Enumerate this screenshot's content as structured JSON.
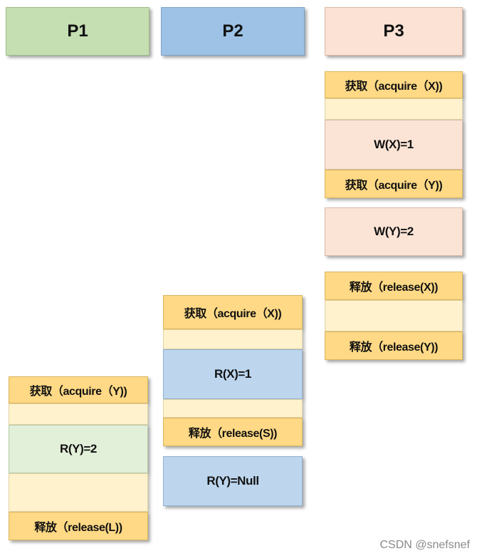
{
  "headers": {
    "p1": "P1",
    "p2": "P2",
    "p3": "P3"
  },
  "p3": {
    "acquire_x": "获取（acquire（X))",
    "write_x": "W(X)=1",
    "acquire_y": "获取（acquire（Y))",
    "write_y": "W(Y)=2",
    "release_x": "释放（release(X))",
    "release_y": "释放（release(Y))"
  },
  "p2": {
    "acquire_x": "获取（acquire（X))",
    "read_x": "R(X)=1",
    "release_s": "释放（release(S))",
    "read_y": "R(Y)=Null"
  },
  "p1": {
    "acquire_y": "获取（acquire（Y))",
    "read_y": "R(Y)=2",
    "release_l": "释放（release(L))"
  },
  "watermark": "CSDN @snefsnef",
  "colors": {
    "p1_header": "#c5dfb3",
    "p2_header": "#9dc2e6",
    "p3_header": "#fbe2d4",
    "lock": "#ffd985",
    "gap": "#fff2cc",
    "p1_op": "#e2efd9",
    "p2_op": "#bdd6ee",
    "p3_op": "#fbe4d6"
  }
}
